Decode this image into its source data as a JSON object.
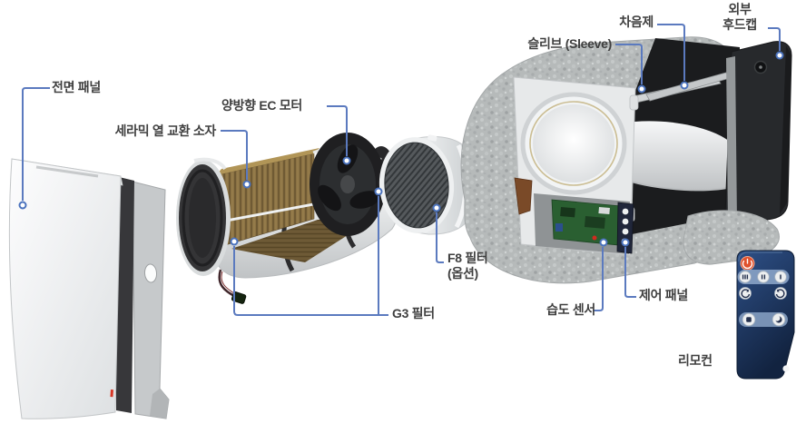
{
  "diagram": {
    "labels": {
      "front_panel": "전면 패널",
      "ceramic_element": "세라믹 열 교환 소자",
      "ec_motor": "양방향 EC 모터",
      "sleeve": "슬리브 (Sleeve)",
      "sound_insulation": "차음제",
      "outdoor_hood_line1": "외부",
      "outdoor_hood_line2": "후드캡",
      "f8_filter_line1": "F8 필터",
      "f8_filter_line2": "(옵션)",
      "g3_filter": "G3 필터",
      "humidity_sensor": "습도 센서",
      "control_panel": "제어 패널",
      "remote_control": "리모컨"
    },
    "colors": {
      "leader_line": "#5b7abf",
      "label_text": "#3f3f3f",
      "ceramic_core": "#8b7244",
      "foam_body": "#b6baba",
      "remote_body": "#1f3c66",
      "power_button": "#e0512d",
      "pcb_green": "#2a5f31"
    },
    "remote_icons": [
      "power-icon",
      "speed-high-icon",
      "speed-medium-icon",
      "speed-low-icon",
      "rotate-ccw-icon",
      "rotate-cw-icon",
      "day-mode-icon",
      "night-mode-icon"
    ]
  }
}
